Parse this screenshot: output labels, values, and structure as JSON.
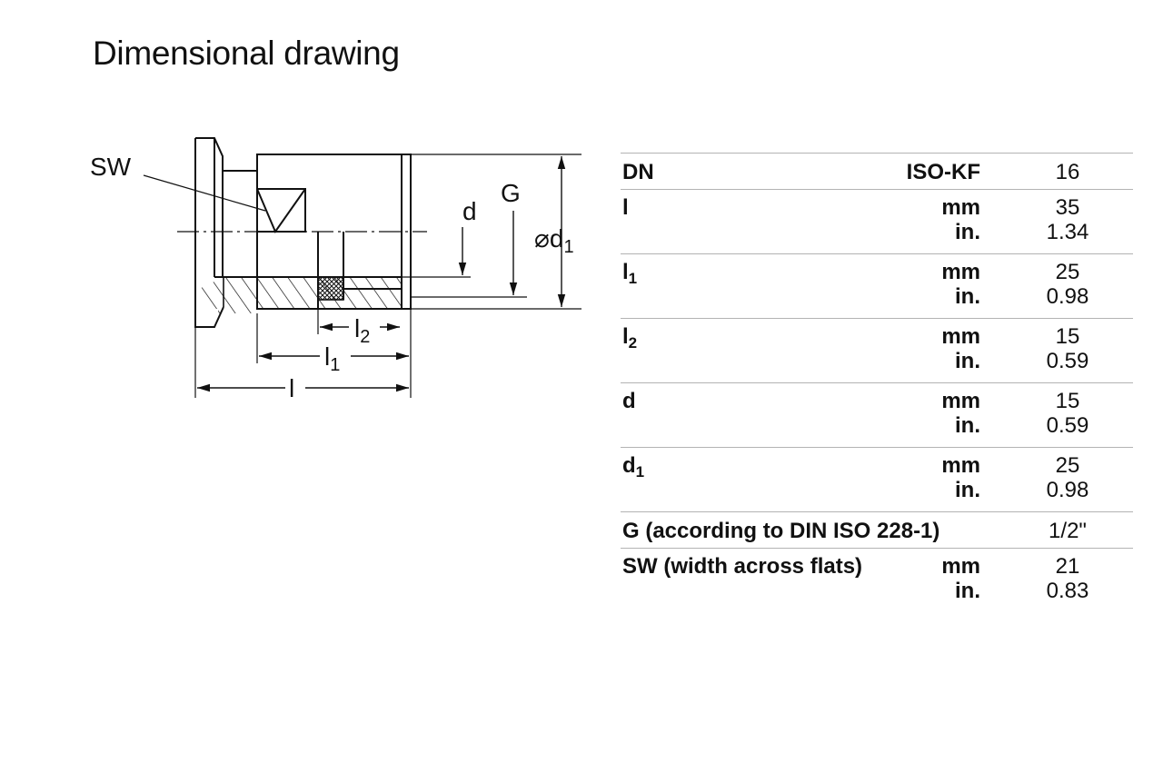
{
  "title": "Dimensional drawing",
  "drawing": {
    "labels": {
      "sw": "SW",
      "g": "G",
      "d": "d",
      "d1_symbol": "⌀d",
      "d1_sub": "1",
      "l": "l",
      "l1": "l",
      "l1_sub": "1",
      "l2": "l",
      "l2_sub": "2"
    }
  },
  "table": {
    "header": {
      "label": "DN",
      "unit": "ISO-KF",
      "value": "16"
    },
    "rows": [
      {
        "label": "l",
        "sub": "",
        "unit_mm": "mm",
        "value_mm": "35",
        "unit_in": "in.",
        "value_in": "1.34"
      },
      {
        "label": "l",
        "sub": "1",
        "unit_mm": "mm",
        "value_mm": "25",
        "unit_in": "in.",
        "value_in": "0.98"
      },
      {
        "label": "l",
        "sub": "2",
        "unit_mm": "mm",
        "value_mm": "15",
        "unit_in": "in.",
        "value_in": "0.59"
      },
      {
        "label": "d",
        "sub": "",
        "unit_mm": "mm",
        "value_mm": "15",
        "unit_in": "in.",
        "value_in": "0.59"
      },
      {
        "label": "d",
        "sub": "1",
        "unit_mm": "mm",
        "value_mm": "25",
        "unit_in": "in.",
        "value_in": "0.98"
      }
    ],
    "g_row": {
      "label": "G (according to DIN ISO 228-1)",
      "value": "1/2\""
    },
    "sw_row": {
      "label": "SW (width across flats)",
      "unit_mm": "mm",
      "value_mm": "21",
      "unit_in": "in.",
      "value_in": "0.83"
    }
  }
}
